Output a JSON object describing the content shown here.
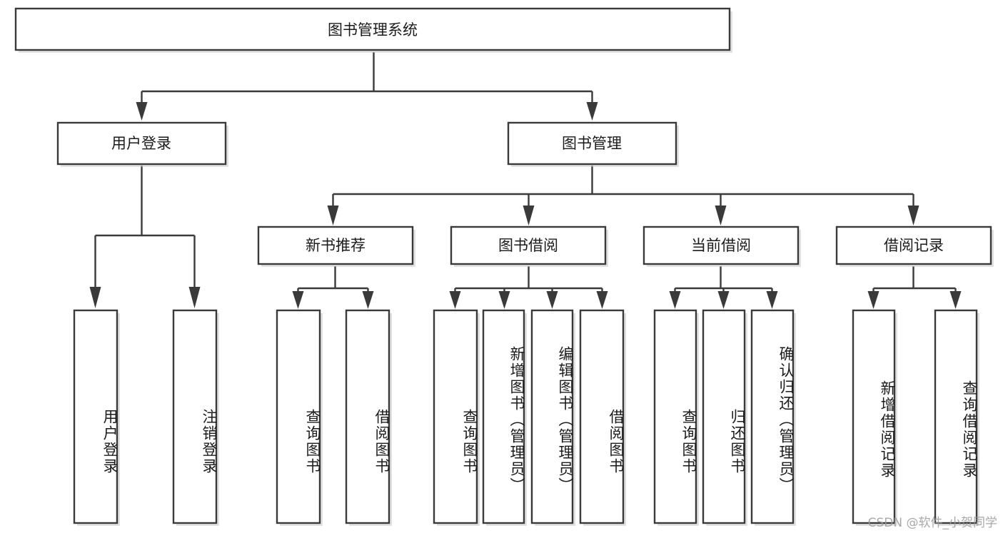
{
  "diagram": {
    "type": "tree",
    "title": "图书管理系统",
    "background_color": "#ffffff",
    "box_stroke_color": "#3a3a3a",
    "text_color": "#1b1b1b",
    "root": {
      "label": "图书管理系统"
    },
    "level2": [
      {
        "label": "用户登录"
      },
      {
        "label": "图书管理"
      }
    ],
    "level3": [
      {
        "label": "新书推荐"
      },
      {
        "label": "图书借阅"
      },
      {
        "label": "当前借阅"
      },
      {
        "label": "借阅记录"
      }
    ],
    "leaves": {
      "user_login": [
        {
          "label": "用户登录"
        },
        {
          "label": "注销登录"
        }
      ],
      "new_book_recommend": [
        {
          "label": "查询图书"
        },
        {
          "label": "借阅图书"
        }
      ],
      "book_borrow": [
        {
          "label": "查询图书"
        },
        {
          "label": "新增图书（管理员）"
        },
        {
          "label": "编辑图书（管理员）"
        },
        {
          "label": "借阅图书"
        }
      ],
      "current_borrow": [
        {
          "label": "查询图书"
        },
        {
          "label": "归还图书"
        },
        {
          "label": "确认归还（管理员）"
        }
      ],
      "borrow_record": [
        {
          "label": "新增借阅记录"
        },
        {
          "label": "查询借阅记录"
        }
      ]
    }
  },
  "watermark": {
    "text": "CSDN @软件_小贺同学"
  }
}
